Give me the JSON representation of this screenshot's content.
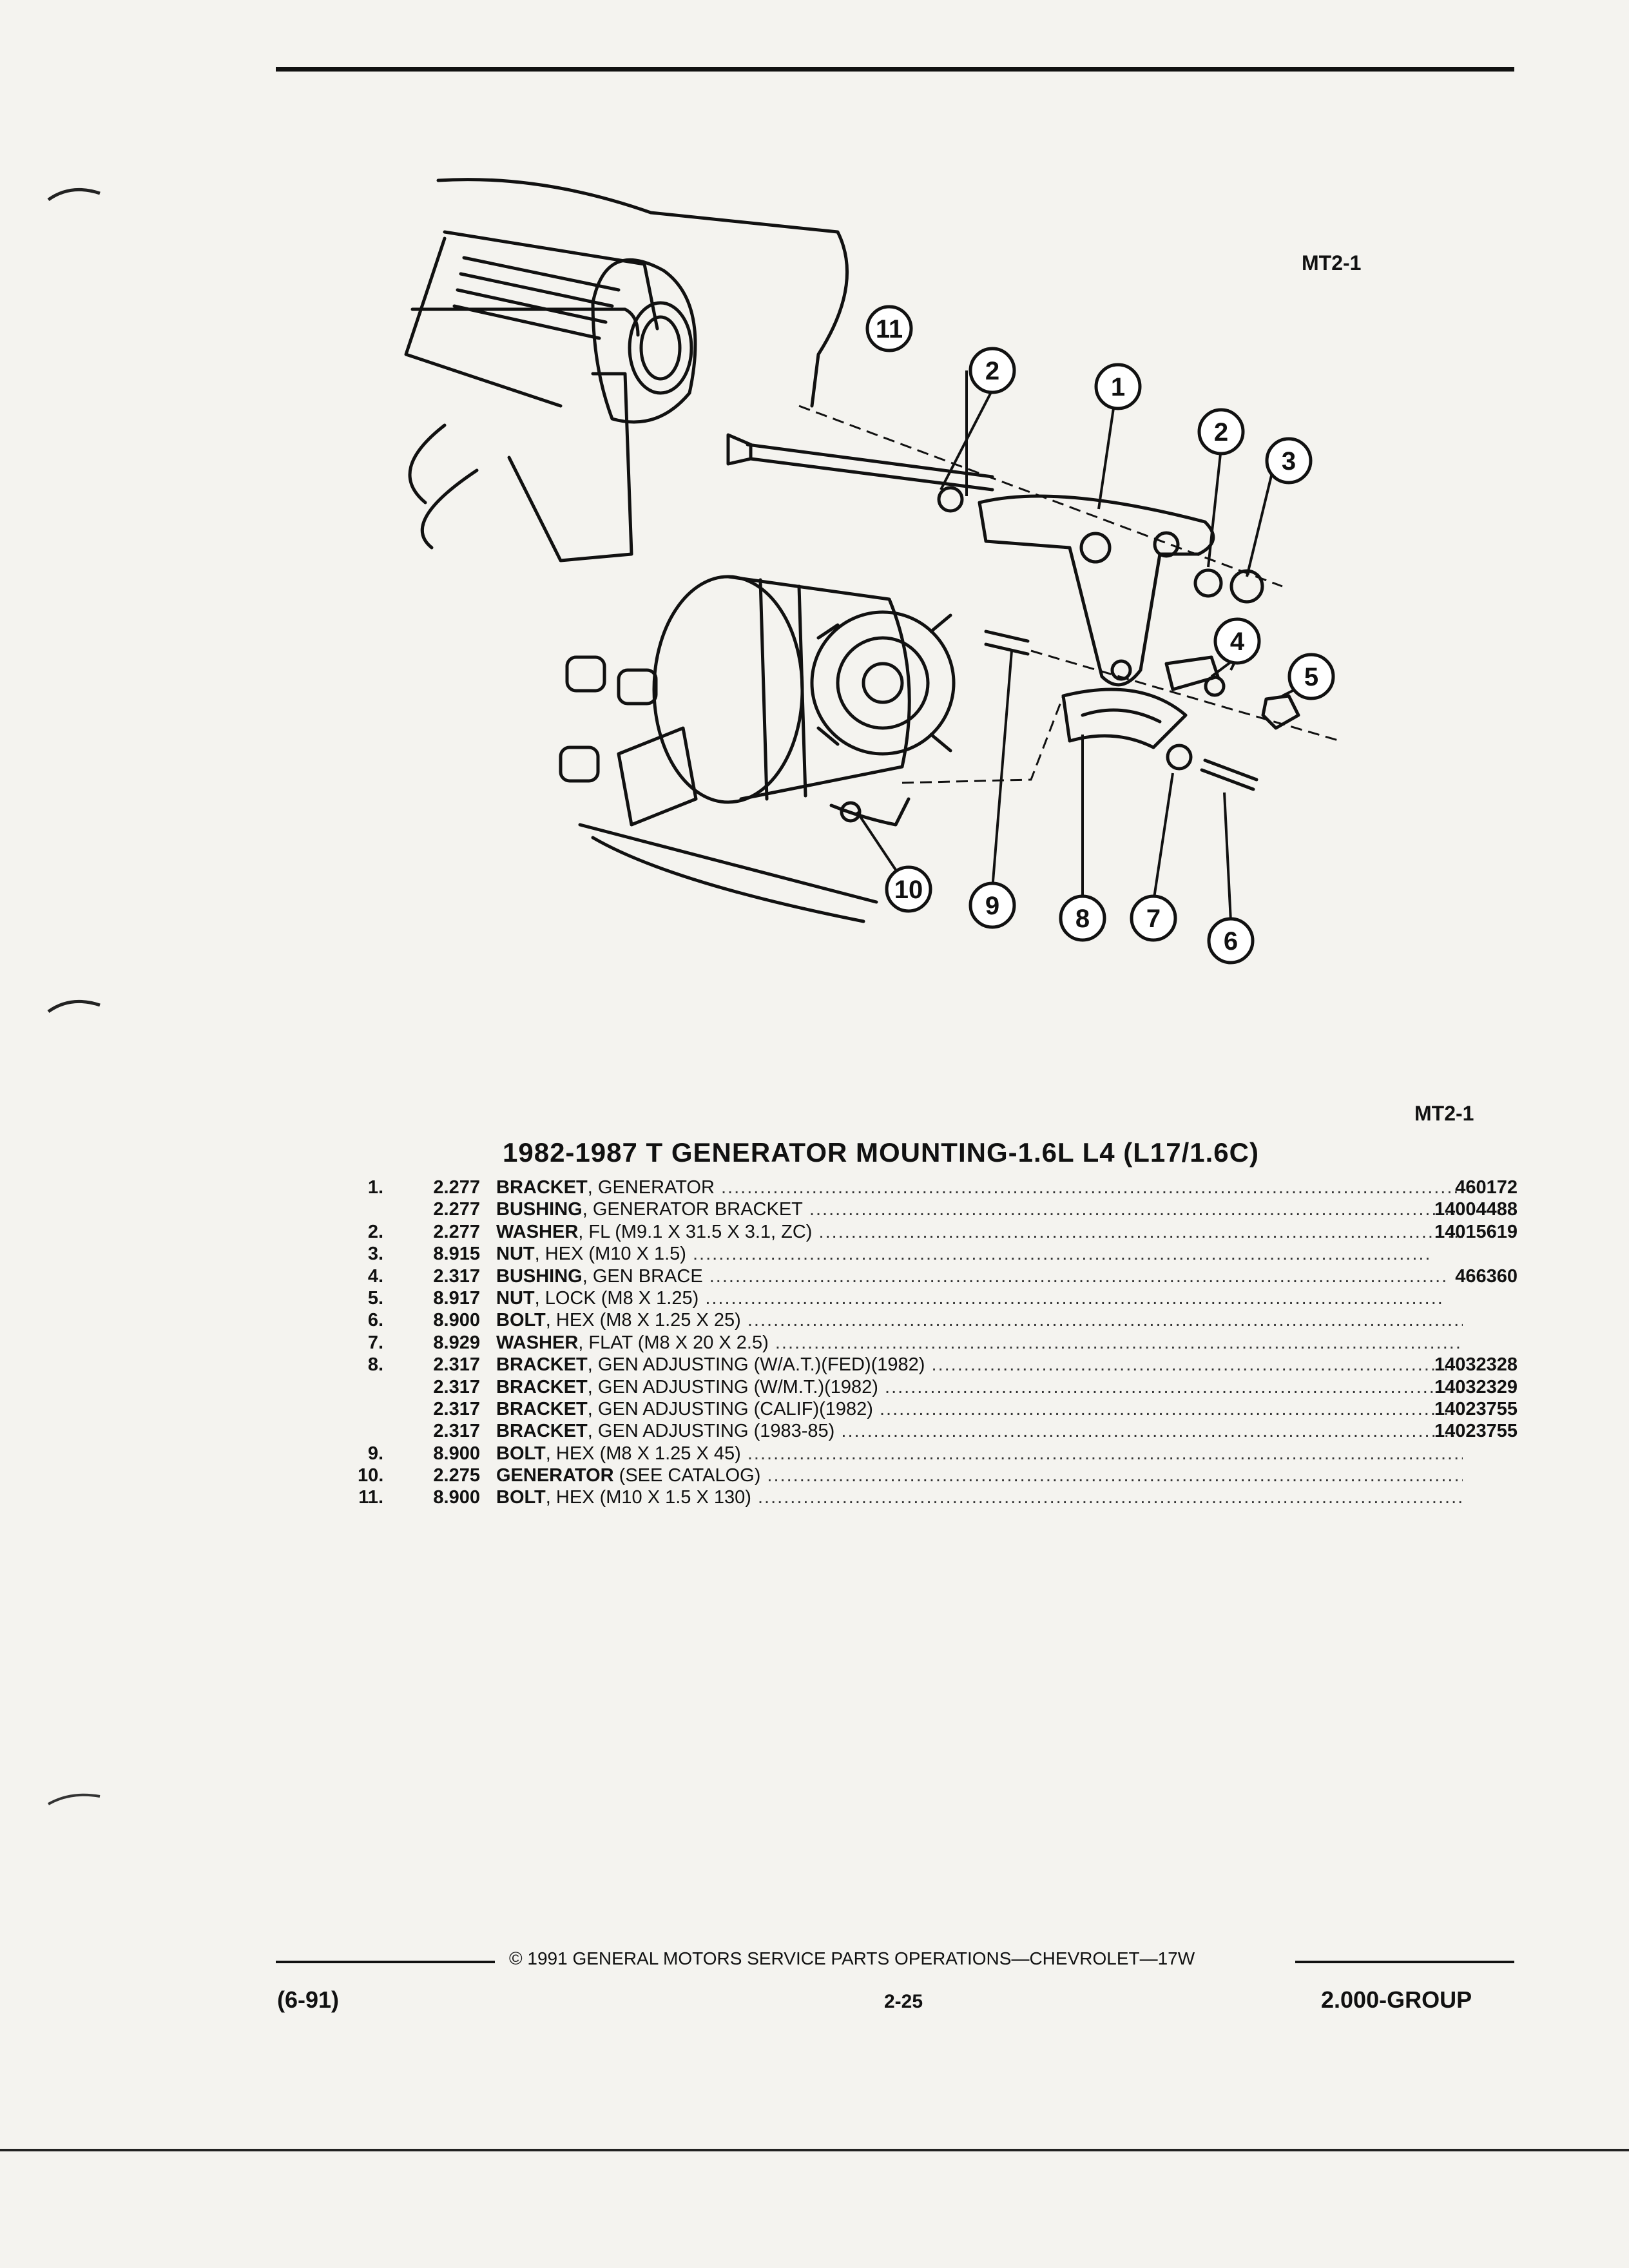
{
  "figure_code_top": "MT2-1",
  "figure_code_table": "MT2-1",
  "callouts": [
    "1",
    "2",
    "2",
    "3",
    "4",
    "5",
    "6",
    "7",
    "8",
    "9",
    "10",
    "11"
  ],
  "title": "1982-1987 T GENERATOR MOUNTING-1.6L L4 (L17/1.6C)",
  "parts": [
    {
      "num": "1.",
      "group": "2.277",
      "noun": "BRACKET",
      "desc": ", GENERATOR",
      "part": "460172"
    },
    {
      "num": "",
      "group": "2.277",
      "noun": "BUSHING",
      "desc": ", GENERATOR BRACKET",
      "part": "14004488"
    },
    {
      "num": "2.",
      "group": "2.277",
      "noun": "WASHER",
      "desc": ", FL (M9.1 X 31.5 X 3.1, ZC)",
      "part": "14015619"
    },
    {
      "num": "3.",
      "group": "8.915",
      "noun": "NUT",
      "desc": ", HEX (M10 X 1.5)",
      "part": ""
    },
    {
      "num": "4.",
      "group": "2.317",
      "noun": "BUSHING",
      "desc": ", GEN BRACE",
      "part": "466360"
    },
    {
      "num": "5.",
      "group": "8.917",
      "noun": "NUT",
      "desc": ", LOCK (M8 X 1.25)",
      "part": ""
    },
    {
      "num": "6.",
      "group": "8.900",
      "noun": "BOLT",
      "desc": ", HEX (M8 X 1.25 X 25)",
      "part": ""
    },
    {
      "num": "7.",
      "group": "8.929",
      "noun": "WASHER",
      "desc": ", FLAT (M8 X 20 X 2.5)",
      "part": ""
    },
    {
      "num": "8.",
      "group": "2.317",
      "noun": "BRACKET",
      "desc": ", GEN ADJUSTING (W/A.T.)(FED)(1982)",
      "part": "14032328"
    },
    {
      "num": "",
      "group": "2.317",
      "noun": "BRACKET",
      "desc": ", GEN ADJUSTING (W/M.T.)(1982)",
      "part": "14032329"
    },
    {
      "num": "",
      "group": "2.317",
      "noun": "BRACKET",
      "desc": ", GEN ADJUSTING (CALIF)(1982)",
      "part": "14023755"
    },
    {
      "num": "",
      "group": "2.317",
      "noun": "BRACKET",
      "desc": ", GEN ADJUSTING (1983-85)",
      "part": "14023755"
    },
    {
      "num": "9.",
      "group": "8.900",
      "noun": "BOLT",
      "desc": ", HEX (M8 X 1.25 X 45)",
      "part": ""
    },
    {
      "num": "10.",
      "group": "2.275",
      "noun": "GENERATOR",
      "desc": " (SEE CATALOG)",
      "part": ""
    },
    {
      "num": "11.",
      "group": "8.900",
      "noun": "BOLT",
      "desc": ", HEX (M10 X 1.5 X 130)",
      "part": ""
    }
  ],
  "footer": {
    "copyright": "© 1991 GENERAL MOTORS SERVICE PARTS OPERATIONS—CHEVROLET—17W",
    "date": "(6-91)",
    "page": "2-25",
    "group": "2.000-GROUP"
  }
}
